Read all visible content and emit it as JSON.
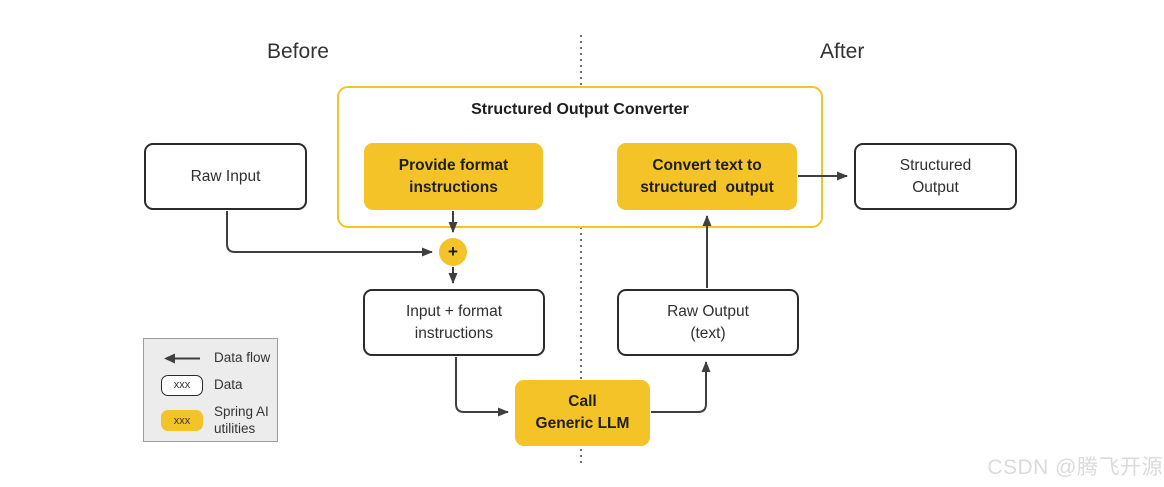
{
  "sections": {
    "before_label": "Before",
    "after_label": "After"
  },
  "converter": {
    "title": "Structured Output Converter",
    "provide_label": "Provide format\ninstructions",
    "convert_label": "Convert text to\nstructured  output"
  },
  "nodes": {
    "raw_input": "Raw Input",
    "structured_output": "Structured\nOutput",
    "input_format": "Input + format\ninstructions",
    "raw_output": "Raw Output\n(text)",
    "call_llm": "Call\nGeneric LLM",
    "plus": "+"
  },
  "legend": {
    "arrow_label": "Data flow",
    "data_sample": "xxx",
    "data_label": "Data",
    "spring_sample": "xxx",
    "spring_label": "Spring AI\nutilities"
  },
  "watermark": "CSDN @腾飞开源",
  "colors": {
    "spring_ai_yellow": "#F4C327",
    "box_border": "#2B2B2B",
    "arrow": "#3F3F3F",
    "legend_background": "#ECECEC",
    "legend_border": "#9C9C9C",
    "watermark_gray": "#DBDBDB"
  }
}
